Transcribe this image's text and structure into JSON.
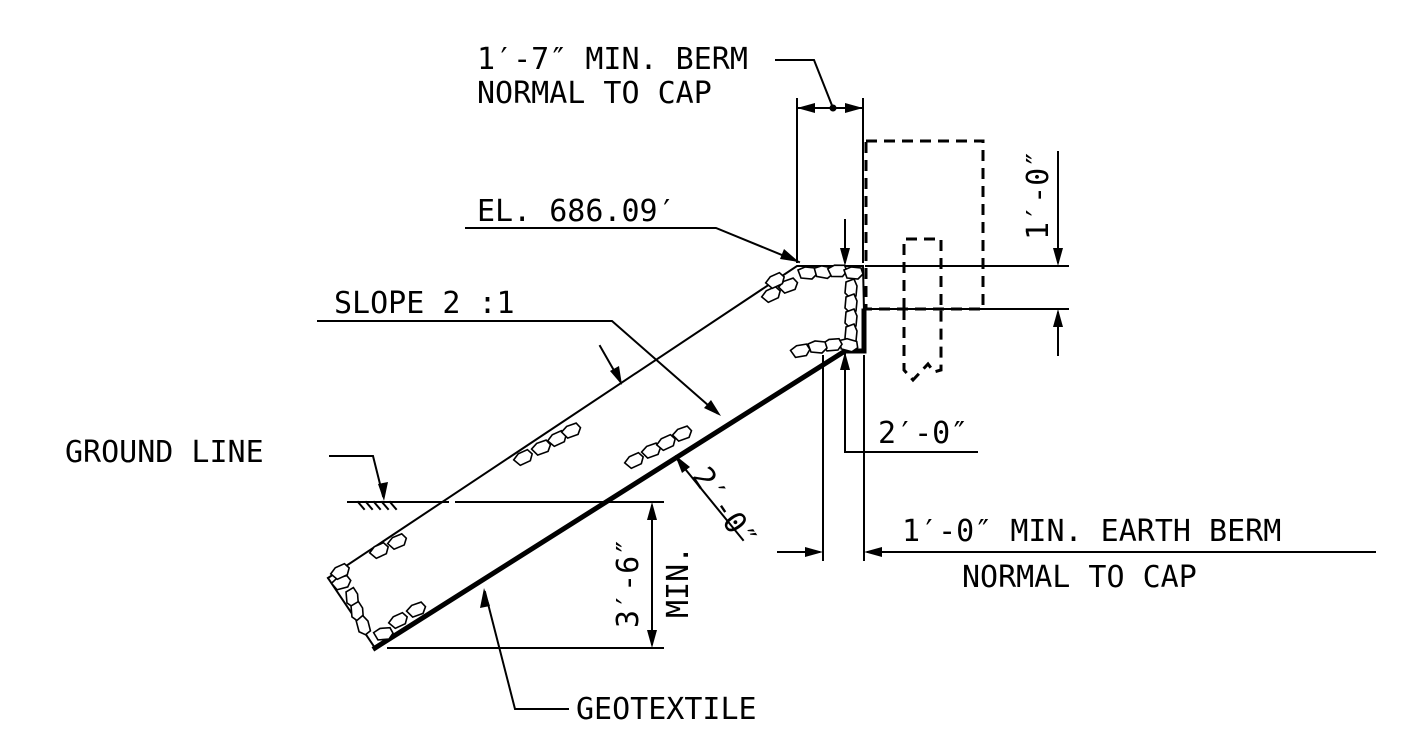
{
  "labels": {
    "min_berm_line1": "1′-7″ MIN. BERM",
    "min_berm_line2": "NORMAL TO CAP",
    "elevation": "EL. 686.09′",
    "slope": "SLOPE 2 :1",
    "ground_line": "GROUND LINE",
    "geotextile": "GEOTEXTILE",
    "earth_berm_line1": "1′-0″ MIN. EARTH BERM",
    "earth_berm_line2": "NORMAL TO CAP",
    "dim_cap_depth": "1′-0″",
    "dim_toe_width": "2′-0″",
    "dim_thickness": "2′-0″",
    "dim_min_depth": "3′-6″",
    "dim_min_depth_note": "MIN."
  }
}
